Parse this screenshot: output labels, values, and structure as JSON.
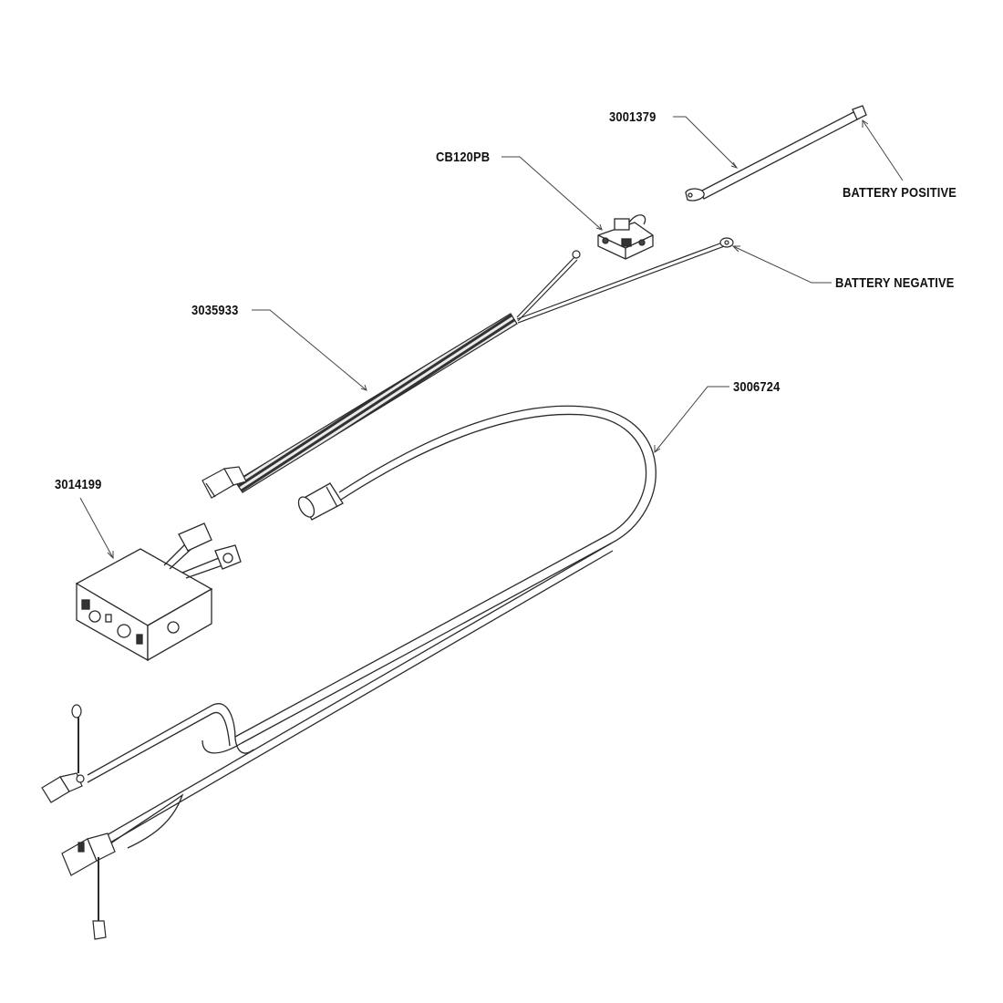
{
  "diagram": {
    "labels": {
      "part_3001379": "3001379",
      "part_cb120pb": "CB120PB",
      "battery_positive": "BATTERY POSITIVE",
      "battery_negative": "BATTERY NEGATIVE",
      "part_3035933": "3035933",
      "part_3006724": "3006724",
      "part_3014199": "3014199"
    },
    "colors": {
      "line": "#2a2a2a",
      "light_line": "#666666",
      "fill": "#ffffff",
      "dark_fill": "#3a3a3a"
    }
  }
}
